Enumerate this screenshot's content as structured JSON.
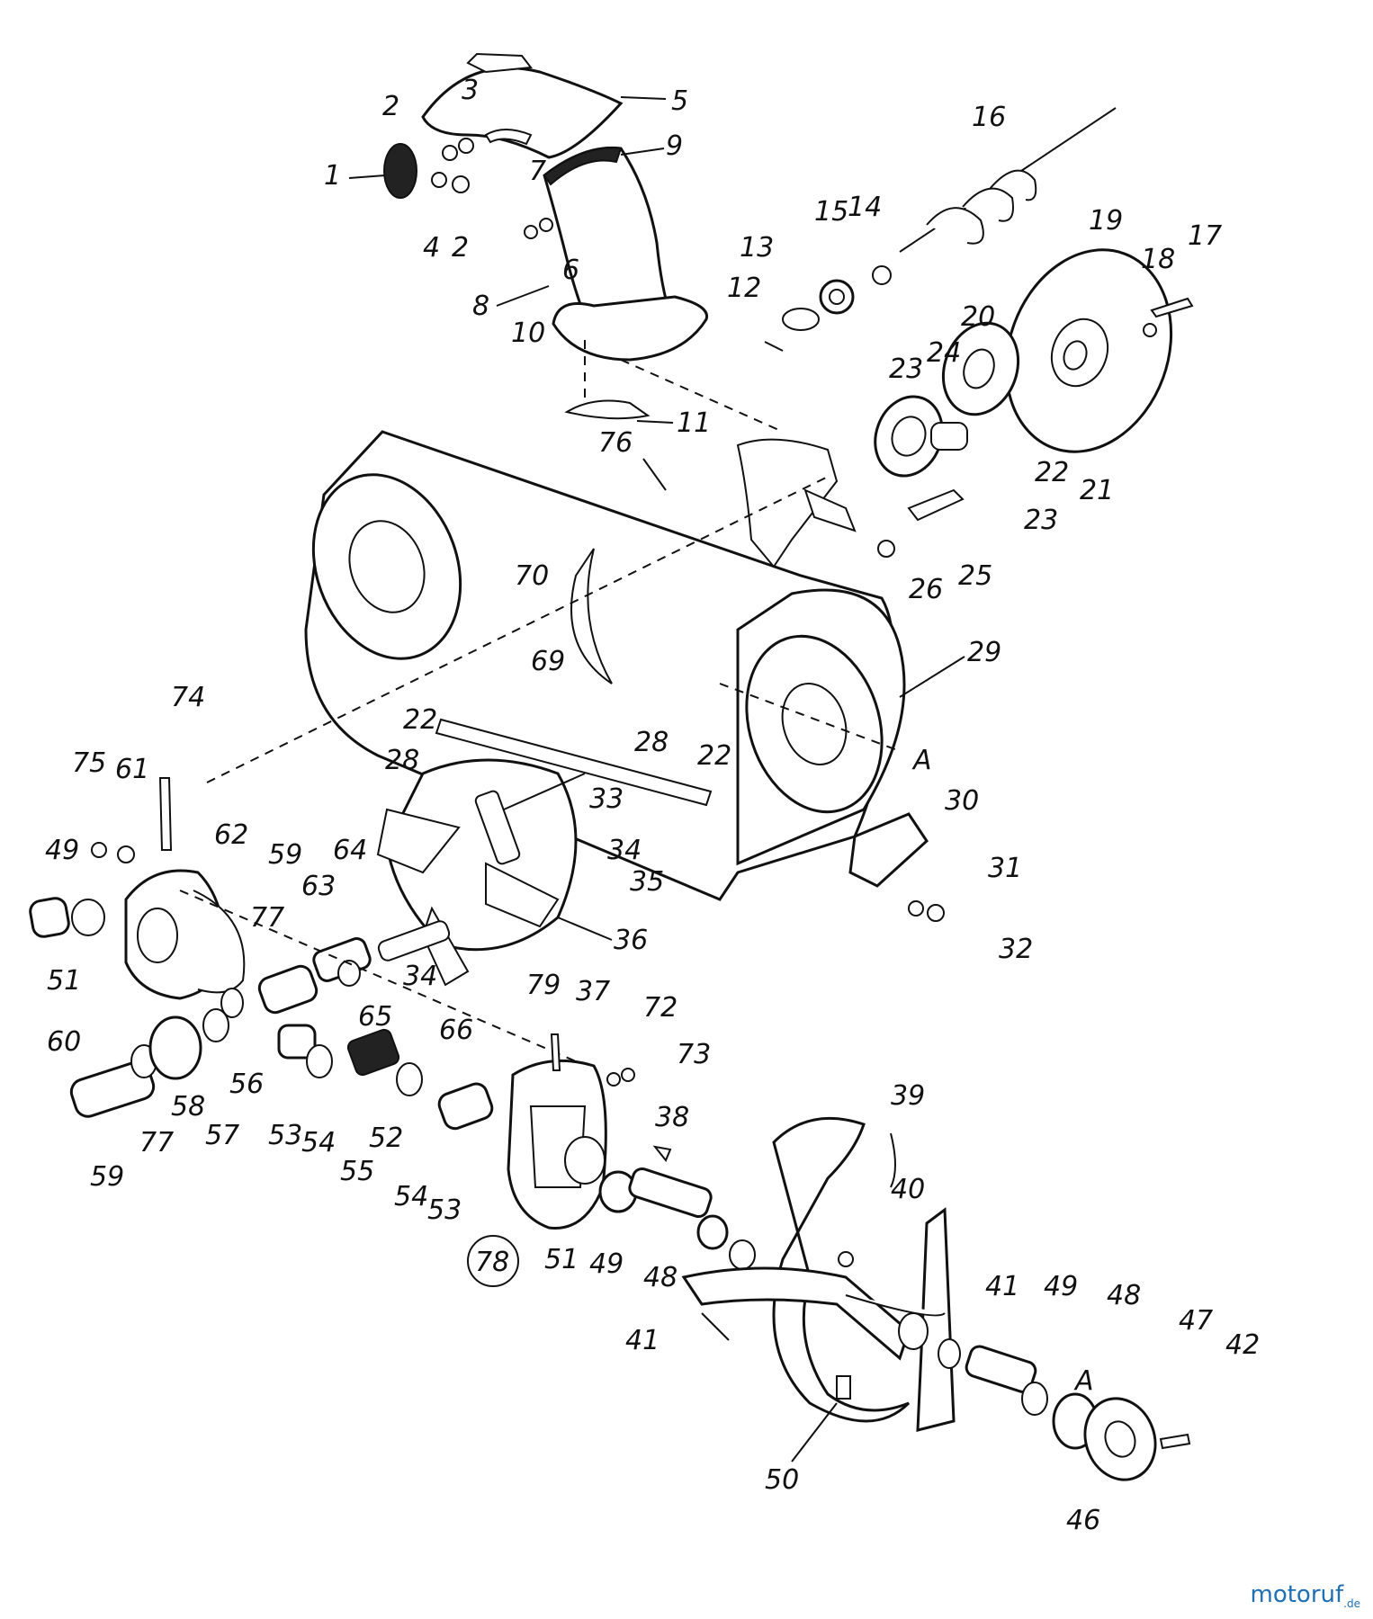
{
  "watermark": {
    "text_main": "motoruf",
    "text_suffix": ".de"
  },
  "labels": [
    "1",
    "2",
    "3",
    "4",
    "5",
    "6",
    "7",
    "8",
    "9",
    "10",
    "11",
    "12",
    "13",
    "14",
    "15",
    "16",
    "17",
    "18",
    "19",
    "20",
    "21",
    "22",
    "23",
    "24",
    "25",
    "26",
    "28",
    "29",
    "30",
    "31",
    "32",
    "33",
    "34",
    "35",
    "36",
    "37",
    "38",
    "39",
    "40",
    "41",
    "42",
    "46",
    "47",
    "48",
    "49",
    "50",
    "51",
    "52",
    "53",
    "54",
    "55",
    "56",
    "57",
    "58",
    "59",
    "60",
    "61",
    "62",
    "63",
    "64",
    "65",
    "66",
    "69",
    "70",
    "72",
    "73",
    "74",
    "75",
    "76",
    "77",
    "78",
    "79",
    "A"
  ]
}
